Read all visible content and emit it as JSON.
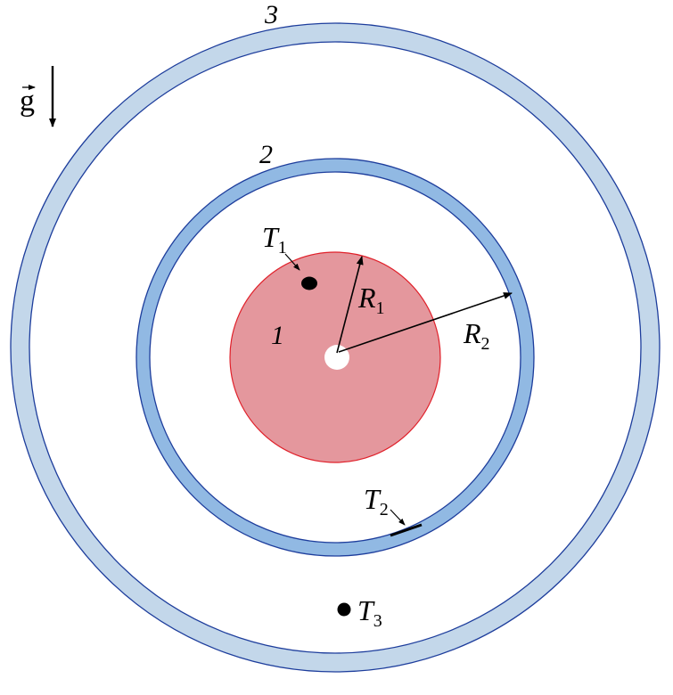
{
  "labels": {
    "zone1": "1",
    "zone2": "2",
    "zone3": "3",
    "gravity": "g",
    "R1": {
      "main": "R",
      "sub": "1"
    },
    "R2": {
      "main": "R",
      "sub": "2"
    },
    "T1": {
      "main": "T",
      "sub": "1"
    },
    "T2": {
      "main": "T",
      "sub": "2"
    },
    "T3": {
      "main": "T",
      "sub": "3"
    }
  },
  "colors": {
    "core_fill": "#e4979d",
    "core_stroke": "#e0202a",
    "inner_ring_fill": "#91b9e3",
    "outer_ring_fill": "#c3d7ea",
    "ring_stroke": "#1d3d9c",
    "ink": "#000000"
  }
}
